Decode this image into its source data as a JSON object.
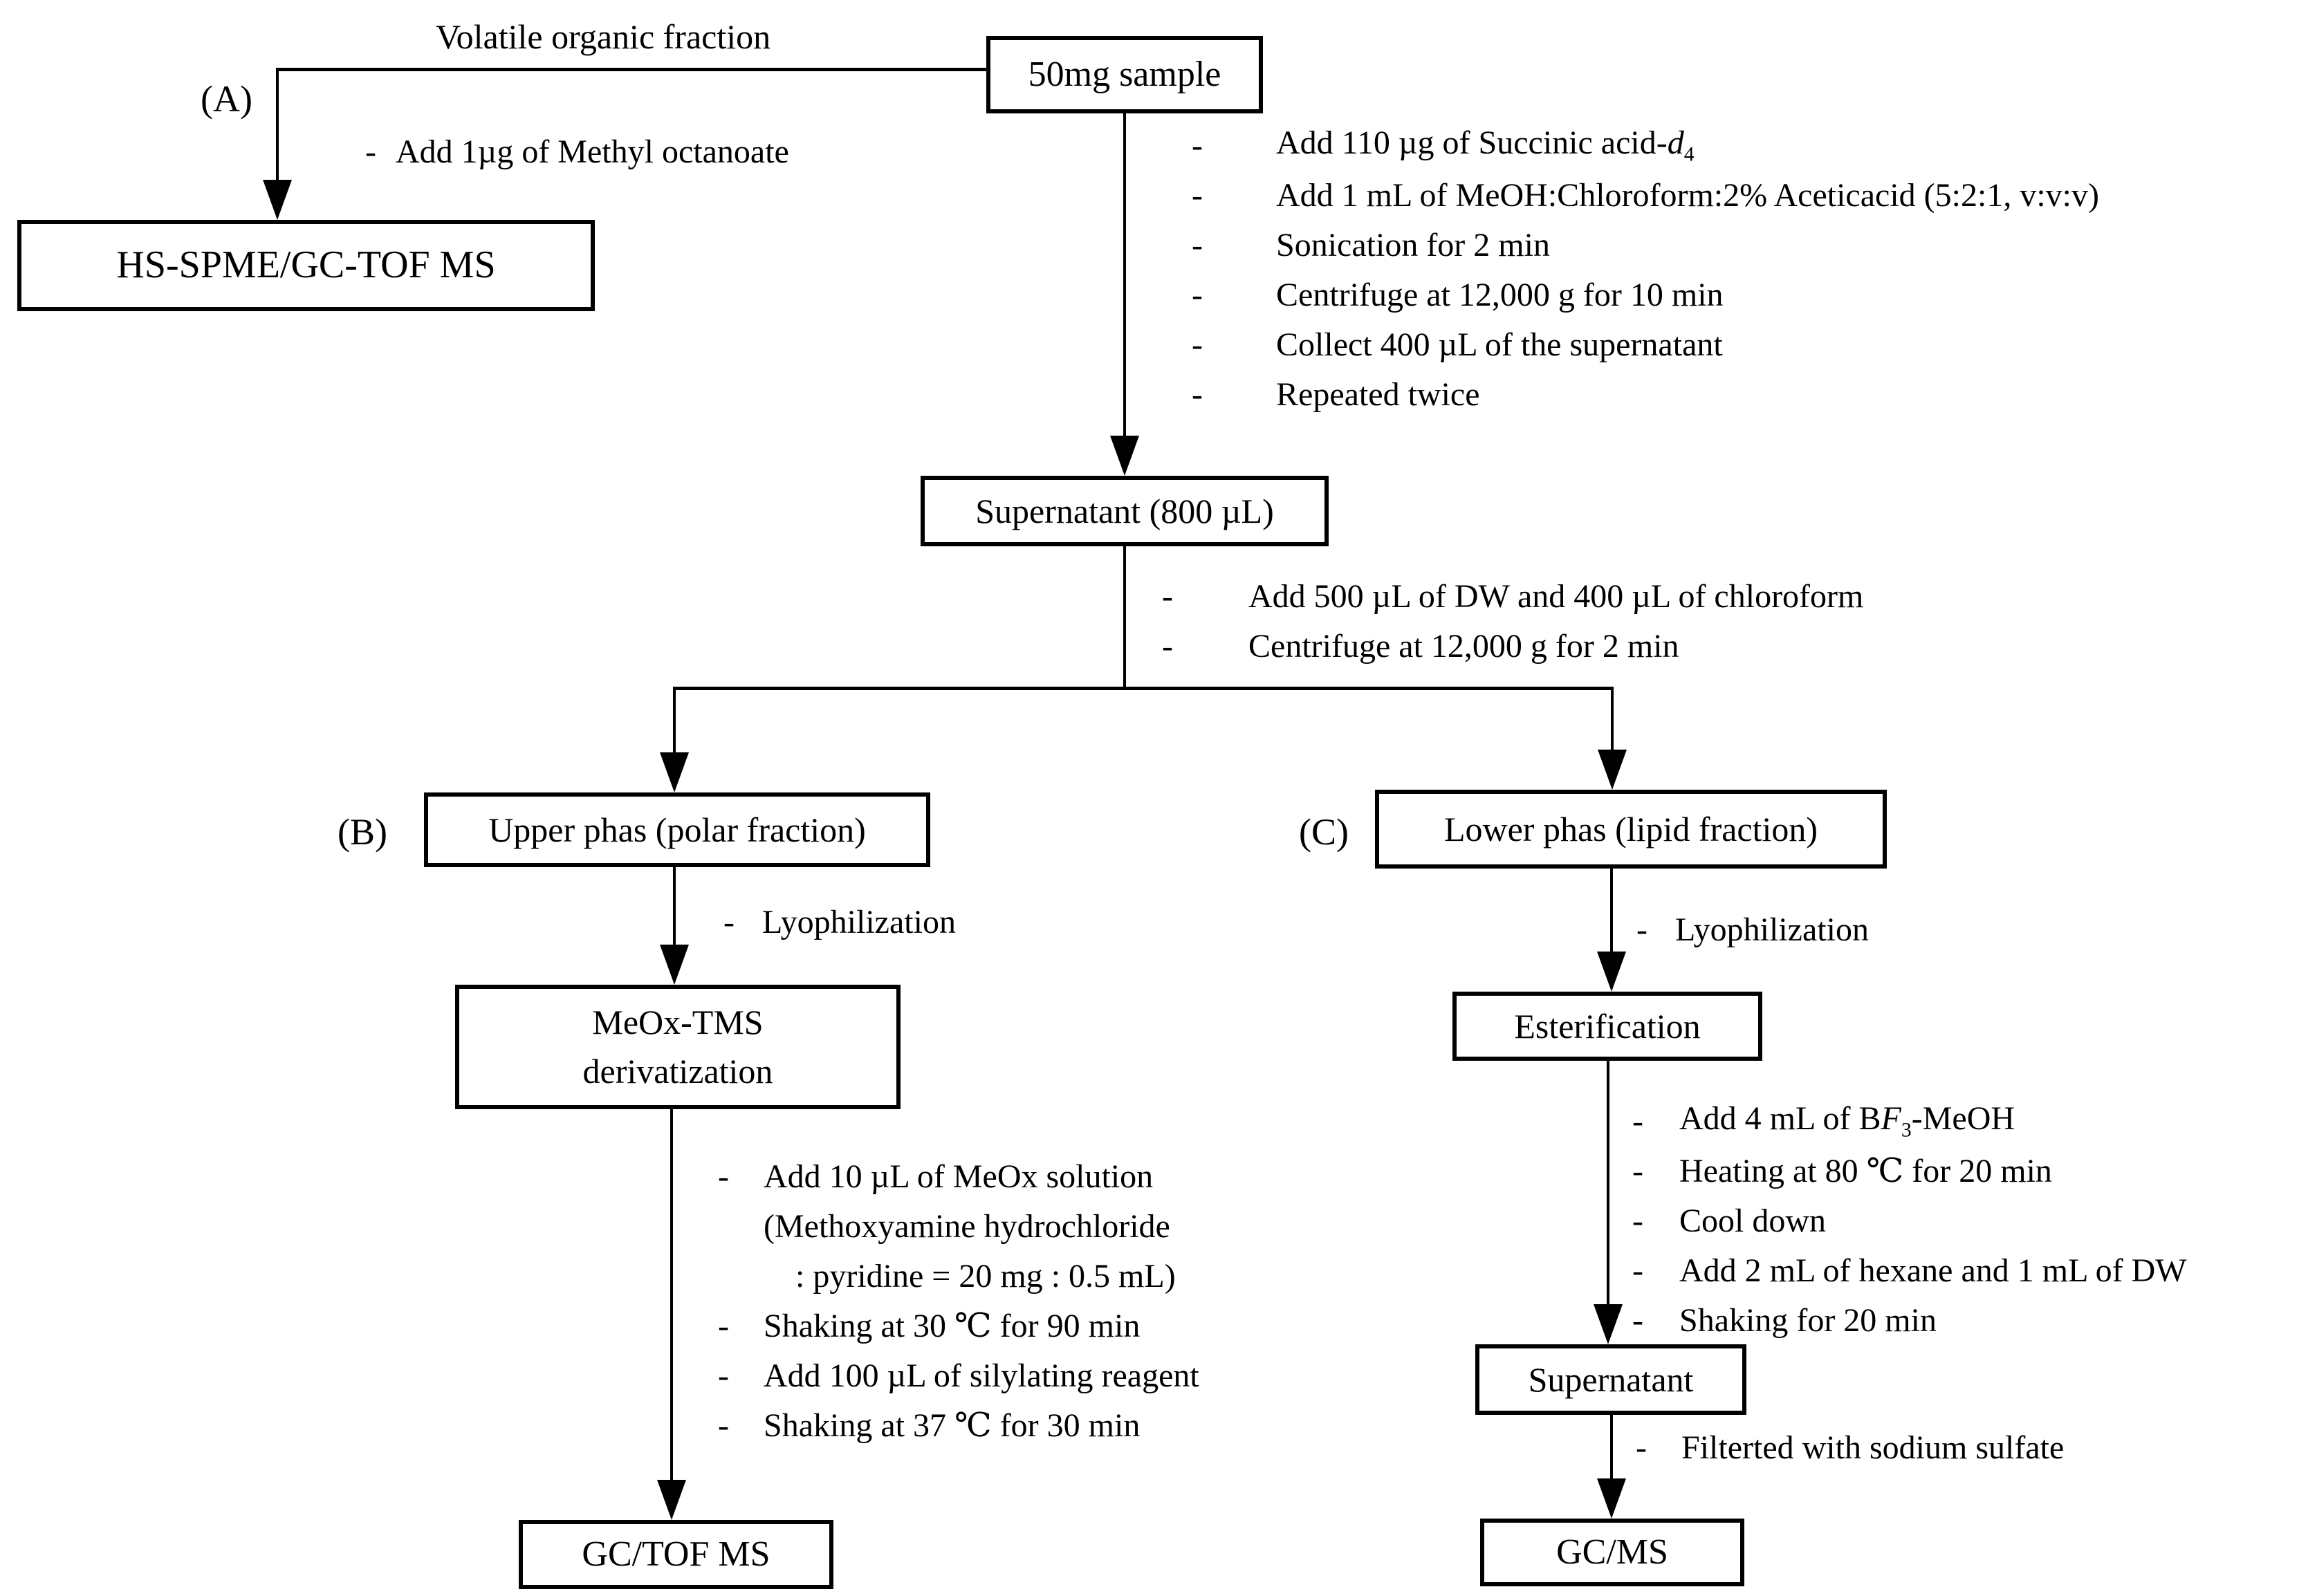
{
  "bullet_dash": "-",
  "labels": {
    "a": "(A)",
    "b": "(B)",
    "c": "(C)",
    "volatile": "Volatile organic fraction",
    "methyl": "Add 1µg of Methyl octanoate",
    "lyophilization_b": "Lyophilization",
    "lyophilization_c": "Lyophilization",
    "filter": "Filterted with sodium sulfate"
  },
  "boxes": {
    "sample": "50mg sample",
    "hs_spme": "HS-SPME/GC-TOF MS",
    "supernatant_800": "Supernatant (800 µL)",
    "upper": "Upper phas (polar fraction)",
    "meox_line1": "MeOx-TMS",
    "meox_line2": "derivatization",
    "gc_tof": "GC/TOF MS",
    "lower": "Lower phas (lipid fraction)",
    "esterification": "Esterification",
    "supernatant": "Supernatant",
    "gc_ms": "GC/MS"
  },
  "list_a": {
    "i1_pre": "Add 110 µg of Succinic acid-",
    "i1_it": "d",
    "i1_sub": "4",
    "i2": "Add 1 mL of MeOH:Chloroform:2% Aceticacid (5:2:1, v:v:v)",
    "i3": "Sonication for 2 min",
    "i4": "Centrifuge at 12,000 g for 10 min",
    "i5": "Collect 400 µL of the supernatant",
    "i6": "Repeated twice"
  },
  "list_mid": {
    "i1": "Add 500 µL of DW and 400 µL of chloroform",
    "i2": "Centrifuge at 12,000 g for 2 min"
  },
  "list_b": {
    "i1": "Add 10 µL of MeOx solution",
    "i2": "(Methoxyamine hydrochloride",
    "i3": ": pyridine = 20 mg : 0.5 mL)",
    "i4": "Shaking at 30 ℃ for 90 min",
    "i5": "Add 100 µL of silylating reagent",
    "i6": "Shaking at 37 ℃ for 30 min"
  },
  "list_c": {
    "i1_pre": "Add 4 mL of B",
    "i1_it": "F",
    "i1_sub": "3",
    "i1_post": "-MeOH",
    "i2": "Heating at 80 ℃ for 20 min",
    "i3": "Cool down",
    "i4": "Add 2 mL of hexane and 1 mL of DW",
    "i5": "Shaking for 20 min"
  }
}
